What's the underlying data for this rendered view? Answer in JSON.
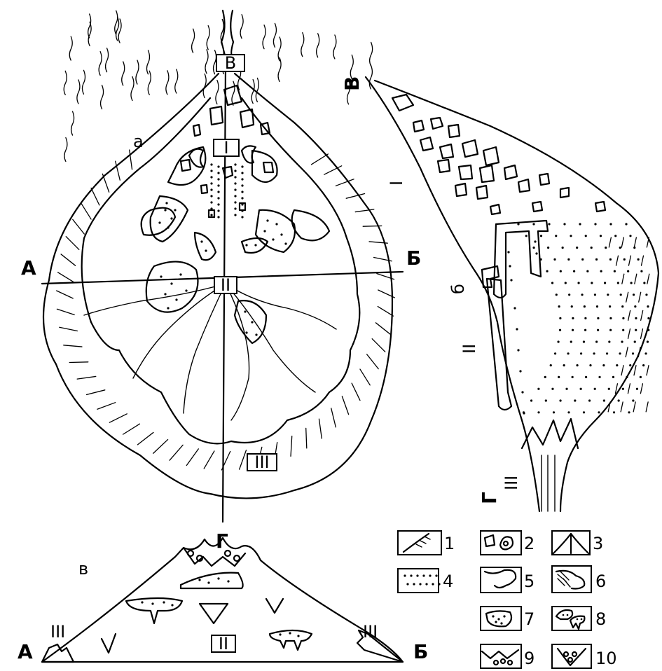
{
  "plan": {
    "label": "а",
    "section_start": "А",
    "section_end": "Б",
    "profile_start": "В",
    "profile_end": "Г",
    "zone1": "I",
    "zone2": "II",
    "zone3": "III"
  },
  "profile": {
    "label": "б",
    "top": "В",
    "bottom": "Г",
    "zone1": "I",
    "zone2": "II",
    "zone3": "III"
  },
  "cross_section": {
    "label": "в",
    "left": "А",
    "right": "Б",
    "zone2": "II",
    "zone3_left": "III",
    "zone3_right": "III"
  },
  "legend": {
    "items": [
      {
        "num": "1"
      },
      {
        "num": "2"
      },
      {
        "num": "3"
      },
      {
        "num": "4"
      },
      {
        "num": "5"
      },
      {
        "num": "6"
      },
      {
        "num": "7"
      },
      {
        "num": "8"
      },
      {
        "num": "9"
      },
      {
        "num": "10"
      }
    ]
  }
}
